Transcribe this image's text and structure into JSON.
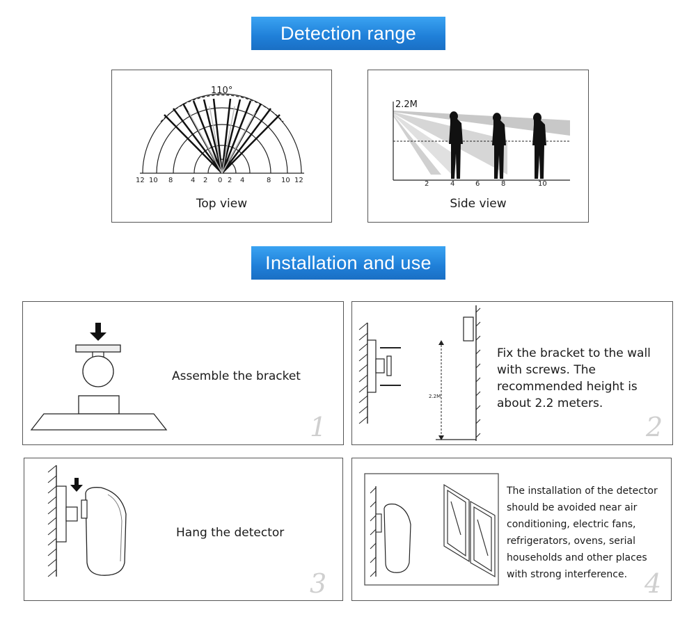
{
  "detection": {
    "title": "Detection range",
    "top_view": {
      "angle_label": "110°",
      "scale_labels": [
        "12",
        "10",
        "8",
        "4",
        "2",
        "0",
        "2",
        "4",
        "8",
        "10",
        "12"
      ],
      "caption": "Top view"
    },
    "side_view": {
      "height_label": "2.2M",
      "distance_labels": [
        "2",
        "4",
        "6",
        "8",
        "10"
      ],
      "caption": "Side view"
    }
  },
  "installation": {
    "title": "Installation and use",
    "steps": [
      {
        "text": "Assemble the bracket",
        "number": "1"
      },
      {
        "text": "Fix the bracket to the wall with screws. The recommended height is about 2.2 meters.",
        "number": "2",
        "height_label": "2.2M"
      },
      {
        "text": "Hang the detector",
        "number": "3"
      },
      {
        "text": "The installation of the detector should be avoided near air conditioning, electric fans, refrigerators, ovens, serial households and other places with strong interference.",
        "number": "4"
      }
    ]
  }
}
